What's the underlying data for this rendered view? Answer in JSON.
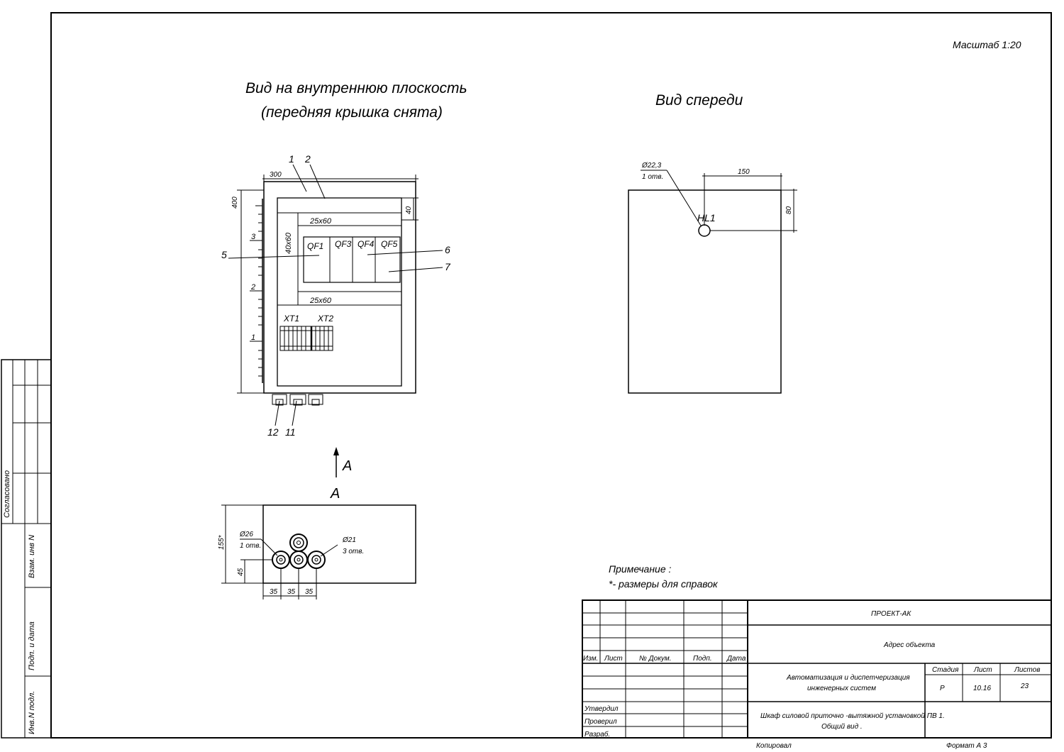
{
  "sheet": {
    "scale": "Масштаб 1:20",
    "format": "Формат А 3",
    "copied": "Копировал"
  },
  "side_stamp": {
    "agreed": "Согласовано",
    "replace_inv": "Взам. инв N",
    "sign_date": "Подп. и дата",
    "inv_orig": "Инв.N подл."
  },
  "inner_view": {
    "title_line1": "Вид на внутреннюю плоскость",
    "title_line2": "(передняя крышка снята)",
    "dim_width": "300",
    "dim_height": "400",
    "dim_top": "40",
    "duct_top": "25x60",
    "duct_left": "40x60",
    "duct_bottom": "25x60",
    "breakers": [
      "QF1",
      "QF3",
      "QF4",
      "QF5"
    ],
    "terminals": [
      "XT1",
      "XT2"
    ],
    "callouts": [
      "1",
      "2",
      "5",
      "6",
      "7",
      "12",
      "11"
    ],
    "rail_marks": [
      "3",
      "2",
      "1"
    ]
  },
  "arrow_label": "A",
  "bottom_view": {
    "title": "A",
    "dim_height": "155*",
    "dim_offset": "45",
    "dims_horizontal": [
      "35",
      "35",
      "35"
    ],
    "hole_large": "Ø26",
    "hole_large_qty": "1  отв.",
    "hole_small": "Ø21",
    "hole_small_qty": "3  отв."
  },
  "front_view": {
    "title": "Вид спереди",
    "hole": "Ø22,3",
    "hole_qty": "1  отв.",
    "dim_h": "150",
    "dim_v": "80",
    "lamp": "HL1"
  },
  "note": {
    "title": "Примечание :",
    "text": "*- размеры для справок"
  },
  "title_block": {
    "headers": [
      "Изм.",
      "Лист",
      "№ Докум.",
      "Подп.",
      "Дата"
    ],
    "roles": [
      "Утвердил",
      "Проверил",
      "Разраб."
    ],
    "company": "ПРОЕКТ-АК",
    "address": "Адрес объекта",
    "project_line1": "Автоматизация и диспетчеризация",
    "project_line2": "инженерных систем",
    "sheet_title_line1": "Шкаф силовой приточно -вытяжной установкой ПВ 1.",
    "sheet_title_line2": "Общий вид .",
    "stage_label": "Стадия",
    "sheet_label": "Лист",
    "sheets_label": "Листов",
    "stage": "Р",
    "sheet": "10.16",
    "sheets": "23"
  }
}
